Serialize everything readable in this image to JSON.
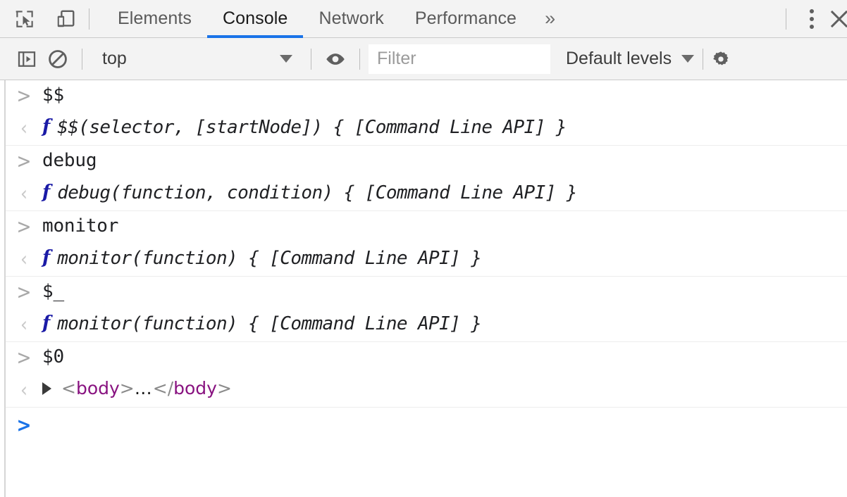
{
  "tabbar": {
    "icons": [
      {
        "name": "inspect-element-icon",
        "title": "Inspect element"
      },
      {
        "name": "device-toolbar-icon",
        "title": "Toggle device toolbar"
      }
    ],
    "tabs": [
      {
        "label": "Elements",
        "active": false
      },
      {
        "label": "Console",
        "active": true
      },
      {
        "label": "Network",
        "active": false
      },
      {
        "label": "Performance",
        "active": false
      }
    ],
    "more_tabs_label": "»",
    "kebab_label": "more-options",
    "close_label": "✕",
    "active_accent": "#1a73e8"
  },
  "filterbar": {
    "sidebar_toggle": "show-console-sidebar-icon",
    "clear_console": "clear-console-icon",
    "context_value": "top",
    "eye_icon": "live-expression-icon",
    "filter_placeholder": "Filter",
    "filter_value": "",
    "levels_label": "Default levels",
    "settings_icon": "settings-gear-icon"
  },
  "console": {
    "groups": [
      {
        "command": "$$",
        "result_kind": "function",
        "result_prefix": "f",
        "result_text": "$$(selector, [startNode]) { [Command Line API] }"
      },
      {
        "command": "debug",
        "result_kind": "function",
        "result_prefix": "f",
        "result_text": "debug(function, condition) { [Command Line API] }"
      },
      {
        "command": "monitor",
        "result_kind": "function",
        "result_prefix": "f",
        "result_text": "monitor(function) { [Command Line API] }"
      },
      {
        "command": "$_",
        "result_kind": "function",
        "result_prefix": "f",
        "result_text": "monitor(function) { [Command Line API] }"
      },
      {
        "command": "$0",
        "result_kind": "node",
        "node": {
          "open_lt": "<",
          "open_name": "body",
          "open_gt": ">",
          "ellipsis": "…",
          "close_lt": "</",
          "close_name": "body",
          "close_gt": ">"
        }
      }
    ],
    "prompt_chevron": ">",
    "prompt_value": "",
    "input_chevron": ">",
    "output_chevron": "‹",
    "colors": {
      "tag_name": "#881280",
      "function_f": "#1a1aa6",
      "prompt_blue": "#1a73e8",
      "text": "#202124"
    }
  }
}
